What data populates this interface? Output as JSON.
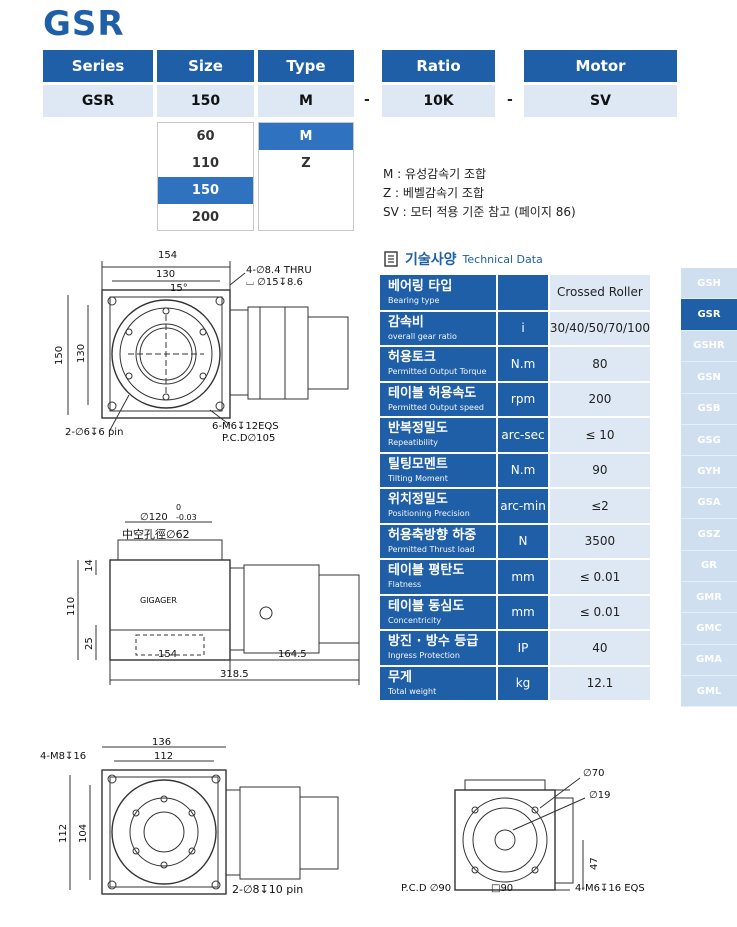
{
  "title": "GSR",
  "header": {
    "series": "Series",
    "size": "Size",
    "type": "Type",
    "ratio": "Ratio",
    "motor": "Motor"
  },
  "values": {
    "series": "GSR",
    "size": "150",
    "type": "M",
    "ratio": "10K",
    "motor": "SV",
    "dash1": "-",
    "dash2": "-"
  },
  "size_options": [
    "60",
    "110",
    "150",
    "200"
  ],
  "type_options": [
    "M",
    "Z"
  ],
  "type_desc": [
    "M : 유성감속기 조합",
    "Z : 베벨감속기 조합",
    "SV : 모터 적용 기준 참고 (페이지 86)"
  ],
  "tech": {
    "title_kr": "기술사양",
    "title_en": "Technical Data",
    "rows": [
      {
        "kr": "베어링 타입",
        "en": "Bearing type",
        "unit": "",
        "value": "Crossed Roller"
      },
      {
        "kr": "감속비",
        "en": "overall gear ratio",
        "unit": "i",
        "value": "30/40/50/70/100"
      },
      {
        "kr": "허용토크",
        "en": "Permitted Output Torque",
        "unit": "N.m",
        "value": "80"
      },
      {
        "kr": "테이블 허용속도",
        "en": "Permitted Output speed",
        "unit": "rpm",
        "value": "200"
      },
      {
        "kr": "반복정밀도",
        "en": "Repeatibility",
        "unit": "arc-sec",
        "value": "≤ 10"
      },
      {
        "kr": "틸팅모멘트",
        "en": "Tilting Moment",
        "unit": "N.m",
        "value": "90"
      },
      {
        "kr": "위치정밀도",
        "en": "Positioning Precision",
        "unit": "arc-min",
        "value": "≤2"
      },
      {
        "kr": "허용축방향 하중",
        "en": "Permitted Thrust load",
        "unit": "N",
        "value": "3500"
      },
      {
        "kr": "테이블 평탄도",
        "en": "Flatness",
        "unit": "mm",
        "value": "≤ 0.01"
      },
      {
        "kr": "테이블 동심도",
        "en": "Concentricity",
        "unit": "mm",
        "value": "≤ 0.01"
      },
      {
        "kr": "방진 · 방수 등급",
        "en": "Ingress Protection",
        "unit": "IP",
        "value": "40"
      },
      {
        "kr": "무게",
        "en": "Total weight",
        "unit": "kg",
        "value": "12.1"
      }
    ]
  },
  "side_nav": [
    "GSH",
    "GSR",
    "GSHR",
    "GSN",
    "GSB",
    "GSG",
    "GYH",
    "GSA",
    "GSZ",
    "GR",
    "GMR",
    "GMC",
    "GMA",
    "GML"
  ],
  "side_nav_active": "GSR",
  "drawing1": {
    "d154": "154",
    "d130": "130",
    "d15deg": "15°",
    "thru1": "4-∅8.4 THRU",
    "thru2": "⌴ ∅15↧8.6",
    "v150": "150",
    "v130": "130",
    "pin": "2-∅6↧6 pin",
    "m6": "6-M6↧12EQS",
    "pcd": "P.C.D∅105"
  },
  "drawing2": {
    "d120": "∅120",
    "tol_top": "0",
    "tol_bot": "-0.03",
    "hollow": "中空孔徑∅62",
    "v14": "14",
    "v110": "110",
    "v25": "25",
    "h154": "154",
    "h1645": "164.5",
    "h3185": "318.5",
    "brand": "GIGAGER"
  },
  "drawing3": {
    "m8": "4-M8↧16",
    "d136": "136",
    "d112": "112",
    "v112": "112",
    "v104": "104",
    "pin": "2-∅8↧10 pin"
  },
  "drawing4": {
    "d70": "∅70",
    "d19": "∅19",
    "v47": "47",
    "pcd": "P.C.D ∅90",
    "sq": "□90",
    "m6": "4-M6↧16 EQS"
  }
}
